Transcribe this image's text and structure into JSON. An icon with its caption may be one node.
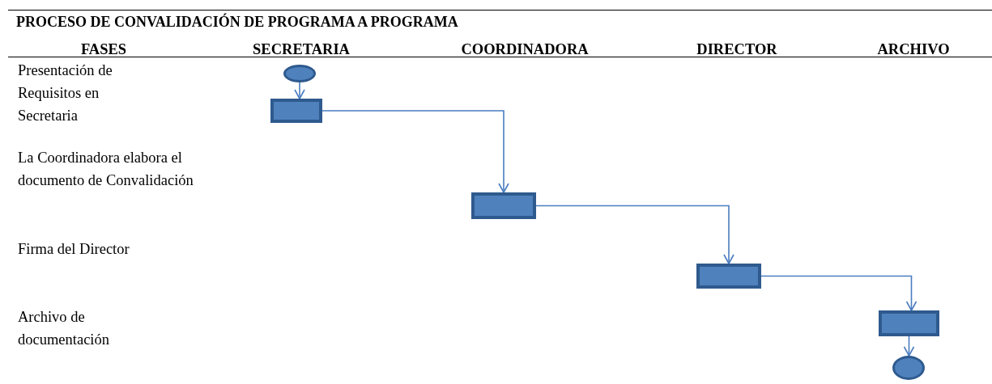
{
  "diagram": {
    "title": "PROCESO DE CONVALIDACIÓN DE PROGRAMA A PROGRAMA",
    "nodes": [
      {
        "text": [],
        "shape": "circle"
      },
      {
        "text": [],
        "shape": "box"
      },
      {
        "text": [],
        "shape": "box"
      },
      {
        "text": [],
        "shape": "box"
      },
      {
        "text": [],
        "shape": "box"
      },
      {
        "text": [],
        "shape": "circle"
      }
    ],
    "edges": [
      {
        "from": 0,
        "to": 1,
        "arrow": "to"
      },
      {
        "from": 1,
        "to": 2,
        "arrow": "to"
      },
      {
        "from": 2,
        "to": 3,
        "arrow": "to"
      },
      {
        "from": 3,
        "to": 4,
        "arrow": "to"
      },
      {
        "from": 4,
        "to": 5,
        "arrow": "to"
      }
    ],
    "labels": [
      "FASES",
      "SECRETARIA",
      "COORDINADORA",
      "DIRECTOR",
      "ARCHIVO",
      "Presentación de Requisitos en Secretaria",
      "La Coordinadora elabora el documento de Convalidación",
      "Firma del Director",
      "Archivo de documentación"
    ]
  }
}
